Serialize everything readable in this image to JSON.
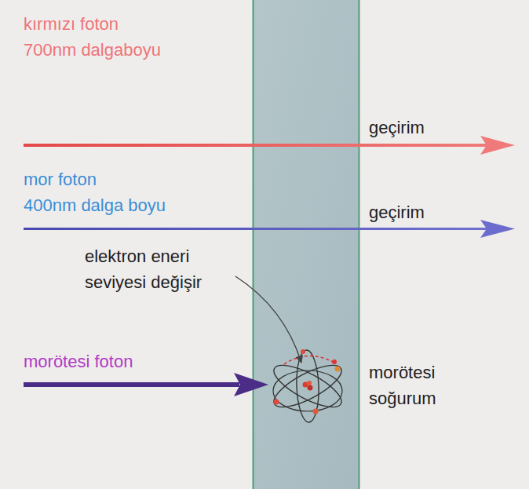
{
  "diagram": {
    "labels": [
      "kırmızı foton 700nm dalgaboyu",
      "geçirim",
      "mor foton 400nm dalga boyu",
      "geçirim",
      "elektron eneri seviyesi değişir",
      "morötesi foton",
      "morötesi soğurum"
    ]
  }
}
